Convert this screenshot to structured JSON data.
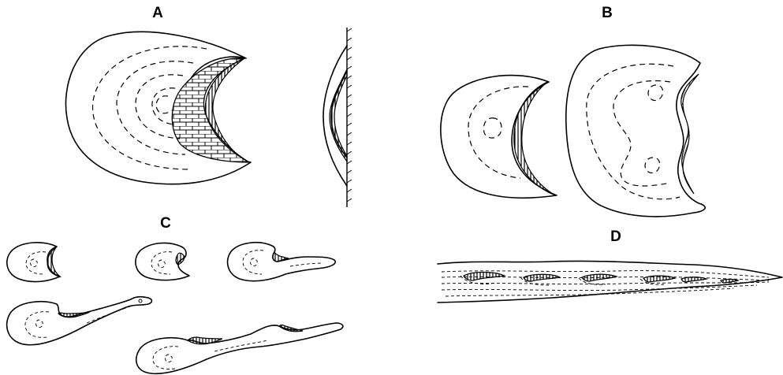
{
  "panels": {
    "a": {
      "label": "A"
    },
    "b": {
      "label": "B"
    },
    "c": {
      "label": "C"
    },
    "d": {
      "label": "D"
    }
  }
}
